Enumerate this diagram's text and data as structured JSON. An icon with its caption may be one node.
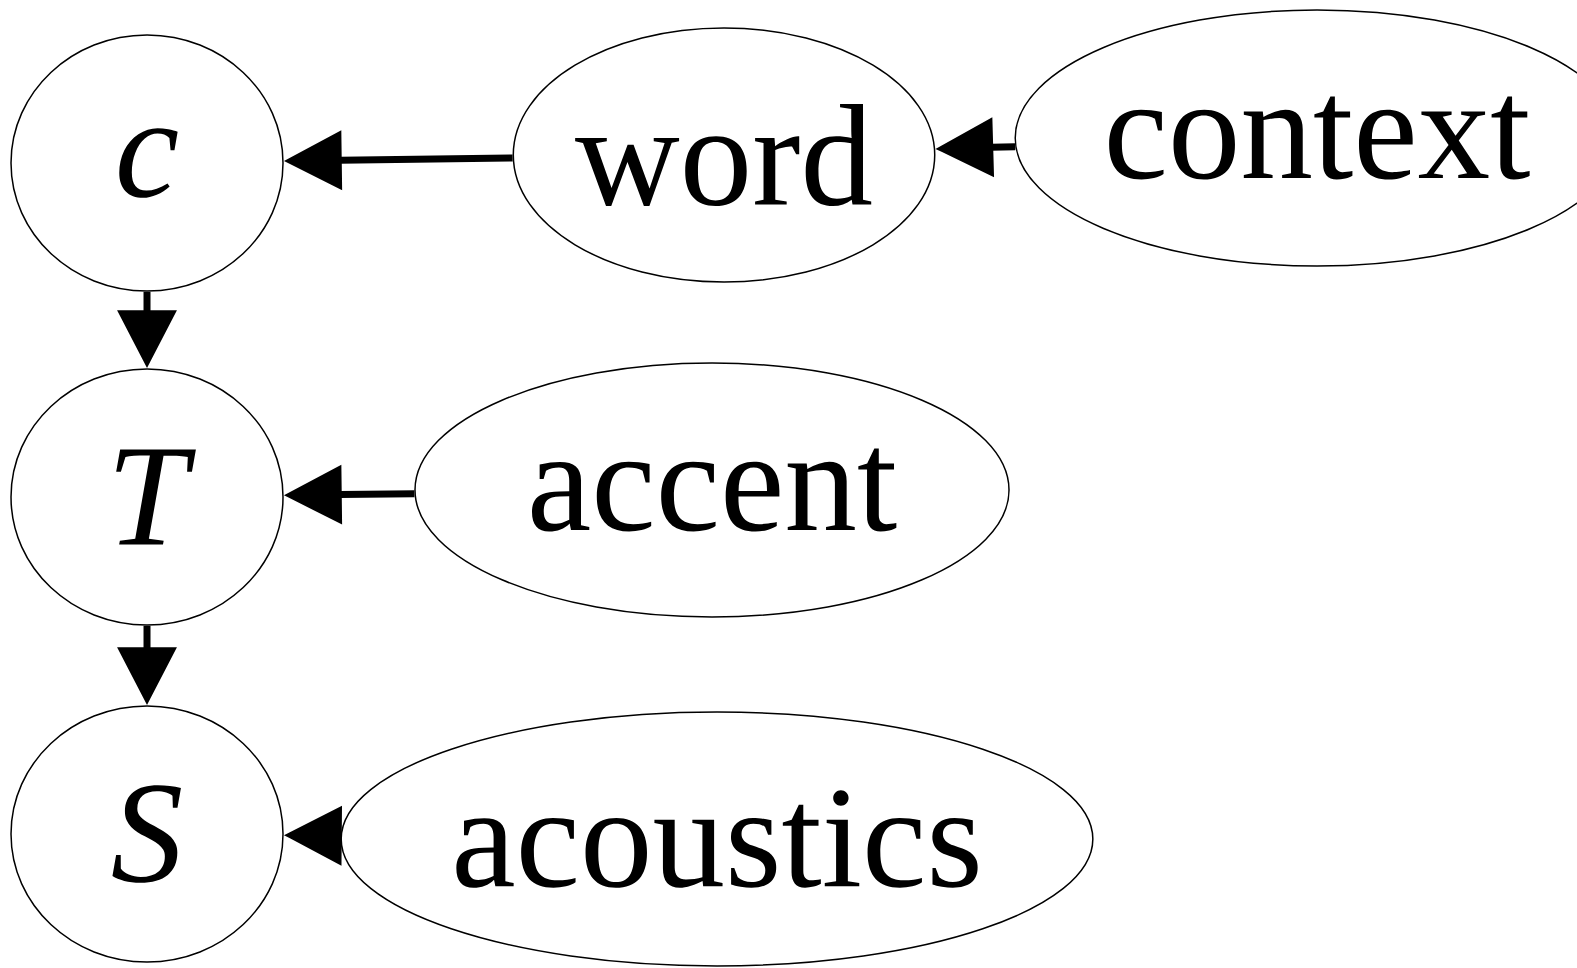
{
  "diagram": {
    "nodes": [
      {
        "text": [
          "c"
        ]
      },
      {
        "text": [
          "word"
        ]
      },
      {
        "text": [
          "context"
        ]
      },
      {
        "text": [
          "T"
        ]
      },
      {
        "text": [
          "accent"
        ]
      },
      {
        "text": [
          "S"
        ]
      },
      {
        "text": [
          "acoustics"
        ]
      }
    ],
    "edges": [
      {
        "from": 1,
        "to": 0,
        "arrow": "to"
      },
      {
        "from": 2,
        "to": 1,
        "arrow": "to"
      },
      {
        "from": 0,
        "to": 3,
        "arrow": "to"
      },
      {
        "from": 4,
        "to": 3,
        "arrow": "to"
      },
      {
        "from": 3,
        "to": 5,
        "arrow": "to"
      },
      {
        "from": 6,
        "to": 5,
        "arrow": "to"
      }
    ]
  }
}
